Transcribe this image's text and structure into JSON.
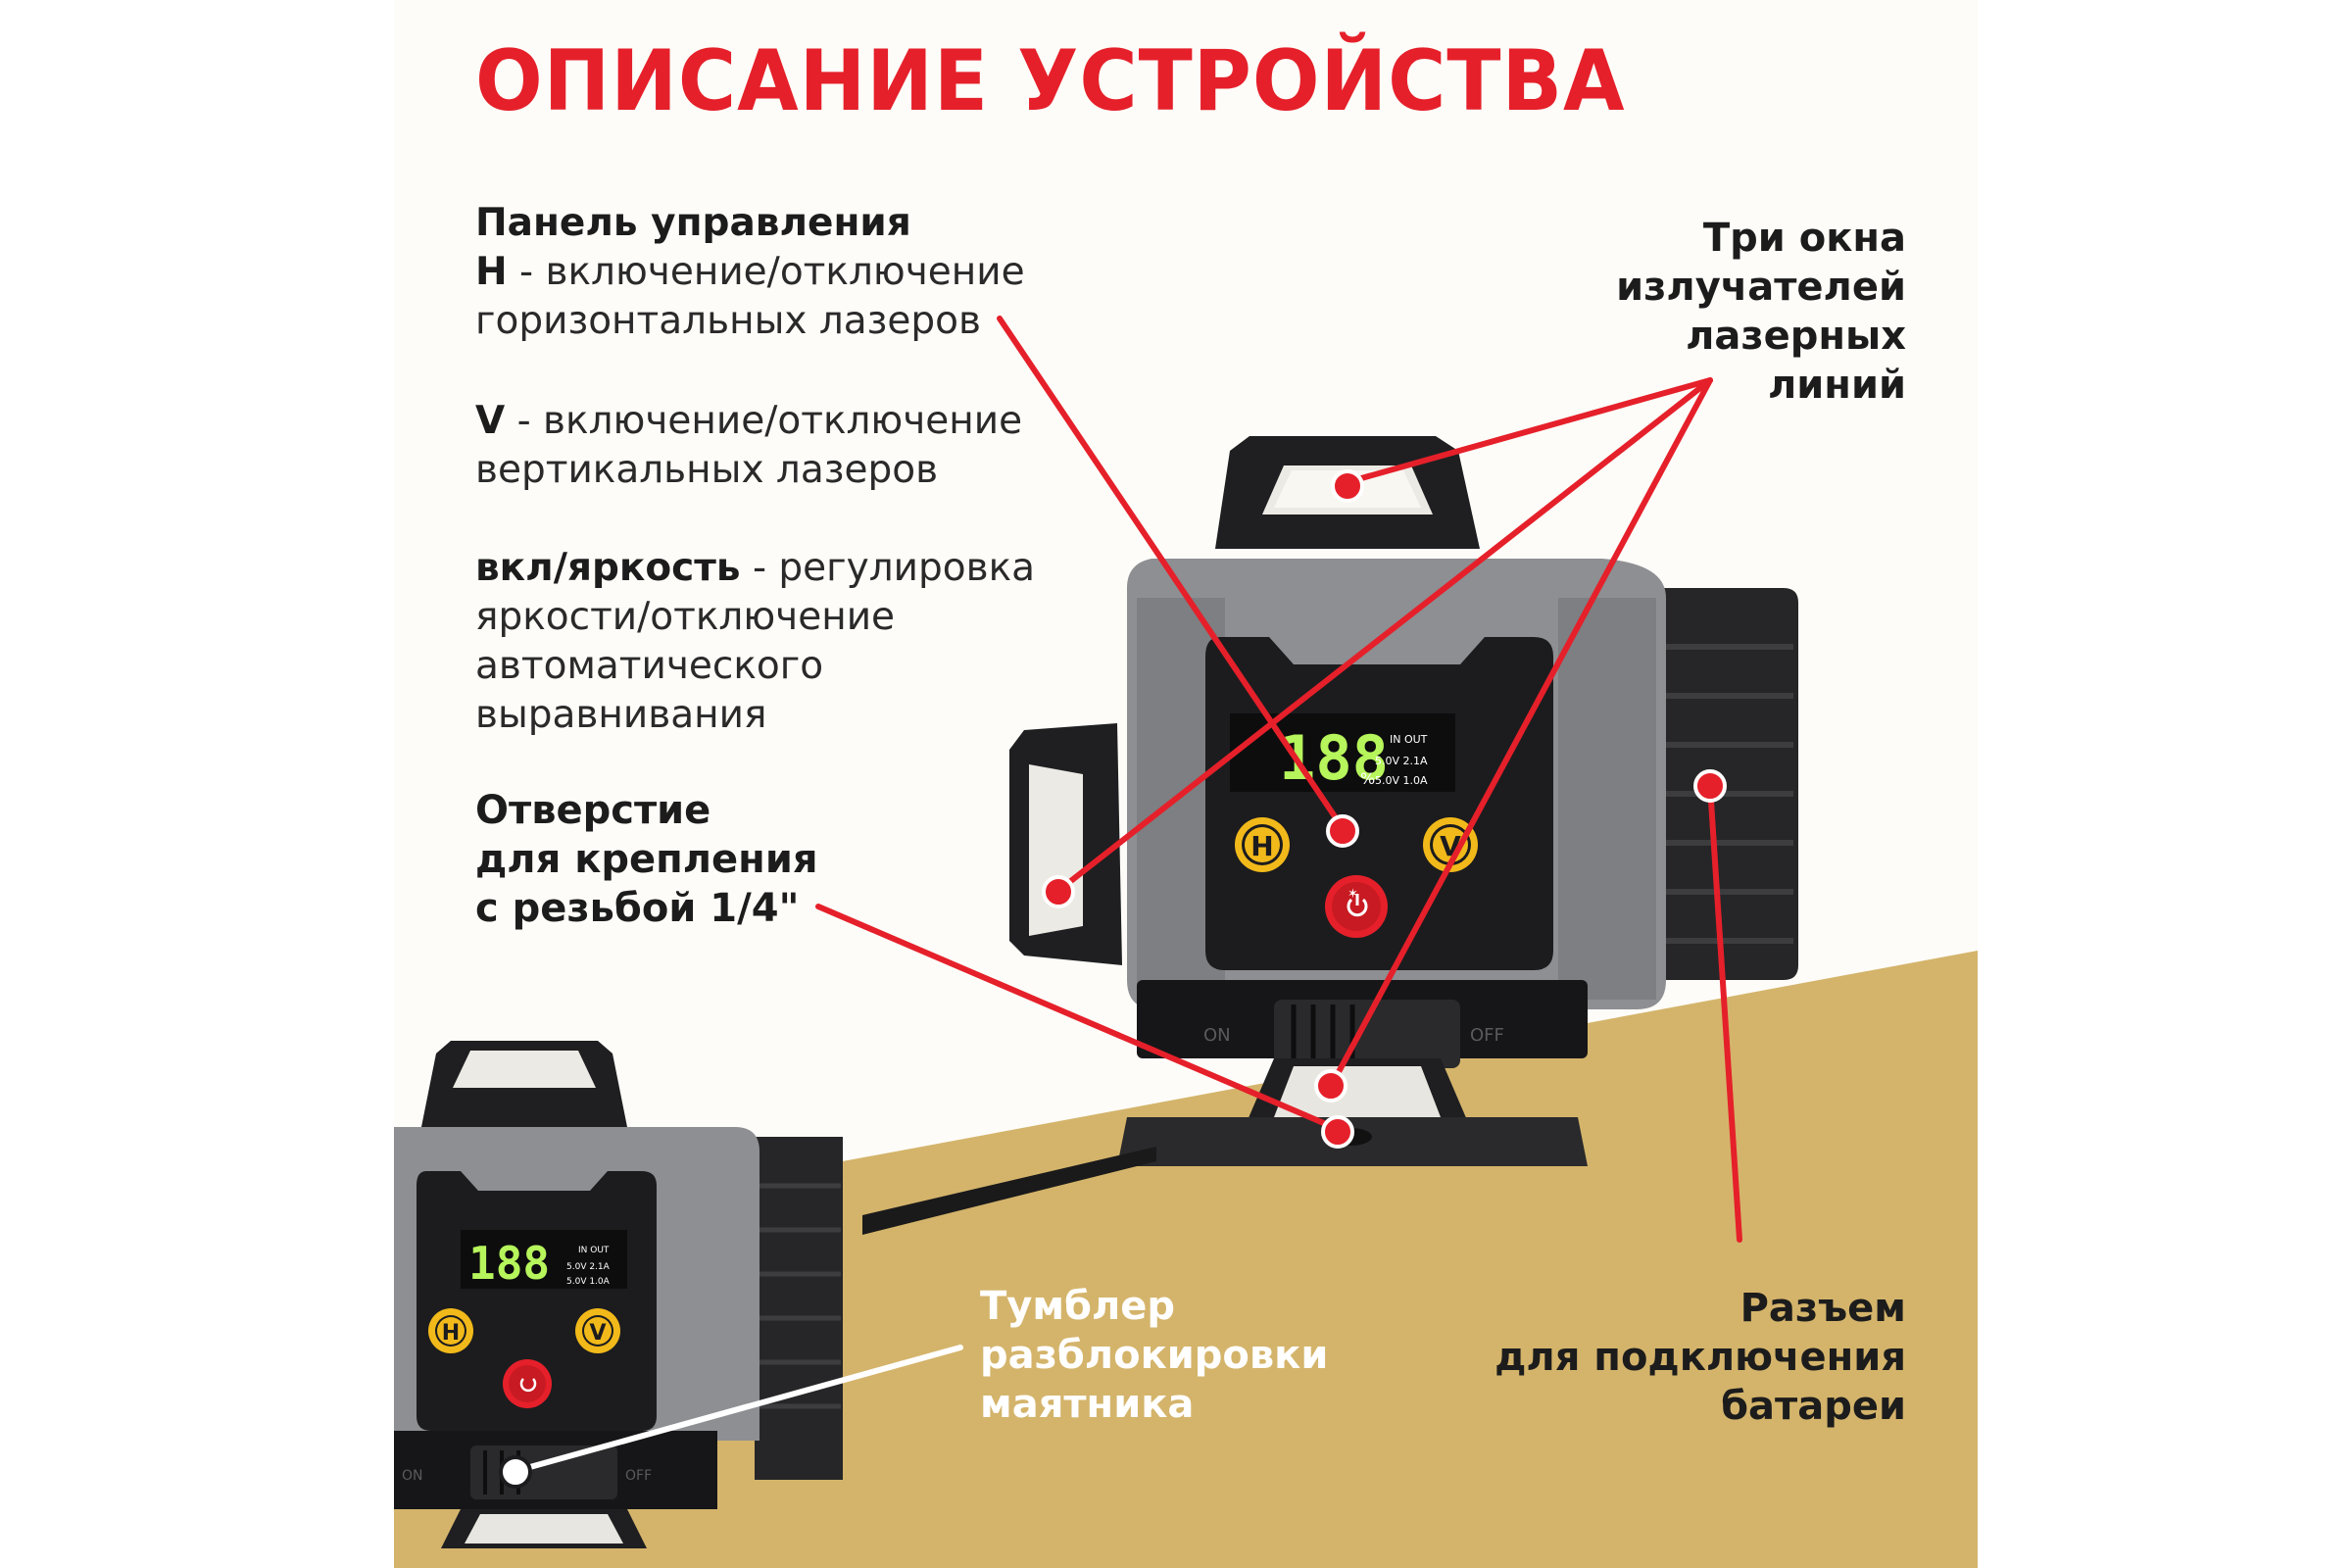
{
  "title": "ОПИСАНИЕ УСТРОЙСТВА",
  "control_panel": {
    "heading": "Панель управления",
    "h_key": "H",
    "h_desc_1": " - включение/отключение",
    "h_desc_2": "горизонтальных лазеров",
    "v_key": "V",
    "v_desc_1": " - включение/отключение",
    "v_desc_2": "вертикальных лазеров",
    "power_key": "вкл/яркость",
    "power_desc_1": " - регулировка",
    "power_desc_2": "яркости/отключение",
    "power_desc_3": "автоматического",
    "power_desc_4": "выравнивания"
  },
  "mount_hole": {
    "line1": "Отверстие",
    "line2": "для крепления",
    "line3": "с резьбой 1/4\""
  },
  "emitters": {
    "line1": "Три окна",
    "line2": "излучателей",
    "line3": "лазерных",
    "line4": "линий"
  },
  "battery": {
    "line1": "Разъем",
    "line2": "для подключения",
    "line3": "батареи"
  },
  "toggle": {
    "line1": "Тумблер",
    "line2": "разблокировки",
    "line3": "маятника"
  },
  "device": {
    "display_digits": "188",
    "display_percent": "%",
    "spec_header": "IN  OUT",
    "spec_row1": "5.0V 2.1A",
    "spec_row2": "5.0V 1.0A",
    "button_h": "H",
    "button_v": "V",
    "switch_on": "ON",
    "switch_off": "OFF"
  },
  "colors": {
    "accent_red": "#e5202a",
    "gold": "#d4b46b",
    "housing_gray": "#8e9093",
    "housing_dark": "#222224"
  }
}
